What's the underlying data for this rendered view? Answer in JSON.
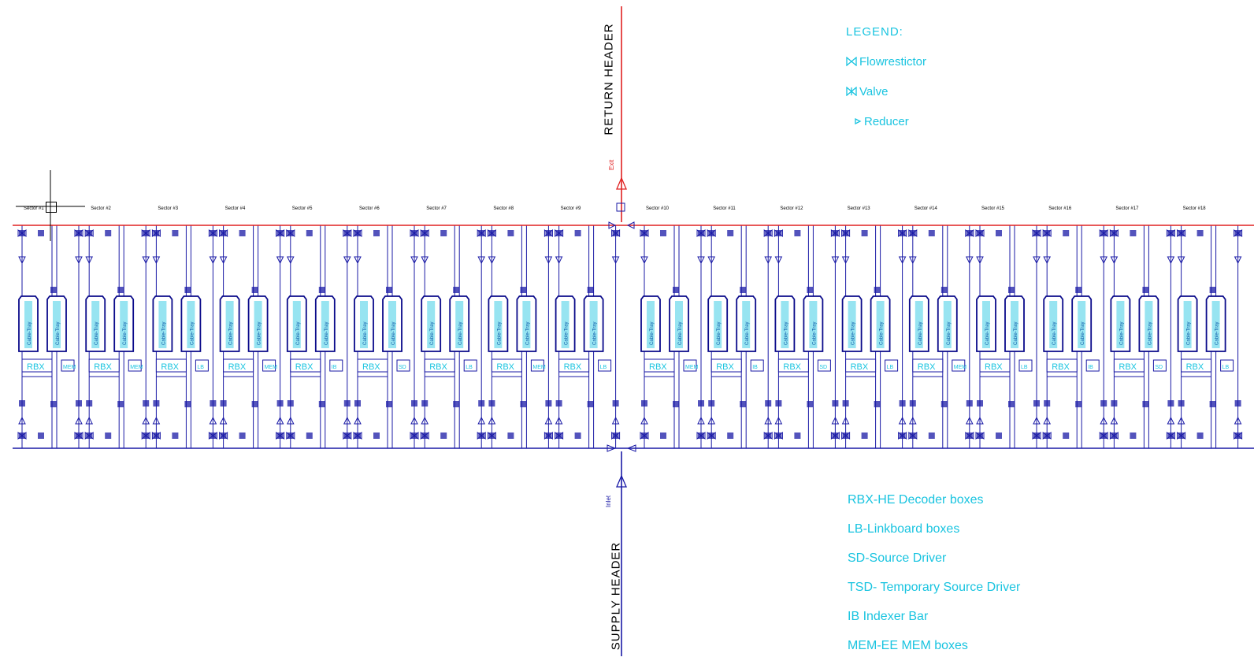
{
  "headers": {
    "return_label": "RETURN HEADER",
    "supply_label": "SUPPLY HEADER",
    "exit_tag": "Exit",
    "entry_tag": "Inlet"
  },
  "legend": {
    "title": "LEGEND:",
    "items": [
      {
        "icon": "flow-restrictor-icon",
        "label": "Flowrestictor"
      },
      {
        "icon": "valve-icon",
        "label": "Valve"
      },
      {
        "icon": "reducer-icon",
        "label": "Reducer"
      }
    ]
  },
  "abbreviations": [
    "RBX-HE Decoder boxes",
    "LB-Linkboard boxes",
    "SD-Source Driver",
    "TSD- Temporary Source Driver",
    "IB Indexer Bar",
    "MEM-EE MEM boxes"
  ],
  "sections": [
    "Sector #1",
    "Sector #2",
    "Sector #3",
    "Sector #4",
    "Sector #5",
    "Sector #6",
    "Sector #7",
    "Sector #8",
    "Sector #9",
    "Sector #10",
    "Sector #11",
    "Sector #12",
    "Sector #13",
    "Sector #14",
    "Sector #15",
    "Sector #16",
    "Sector #17",
    "Sector #18"
  ],
  "box_labels": {
    "rbx": "RBX",
    "device": "Cable-Tray"
  },
  "small_box_labels": [
    "MEM",
    "MEM",
    "LB",
    "MEM",
    "IB",
    "SD",
    "LB",
    "MEM",
    "LB",
    "MEM",
    "IB",
    "SD",
    "LB",
    "MEM",
    "LB",
    "IB",
    "SD",
    "LB"
  ],
  "colors": {
    "return": "#e02020",
    "supply": "#1a1aa6",
    "cyan": "#19c4e0",
    "black": "#000000"
  }
}
